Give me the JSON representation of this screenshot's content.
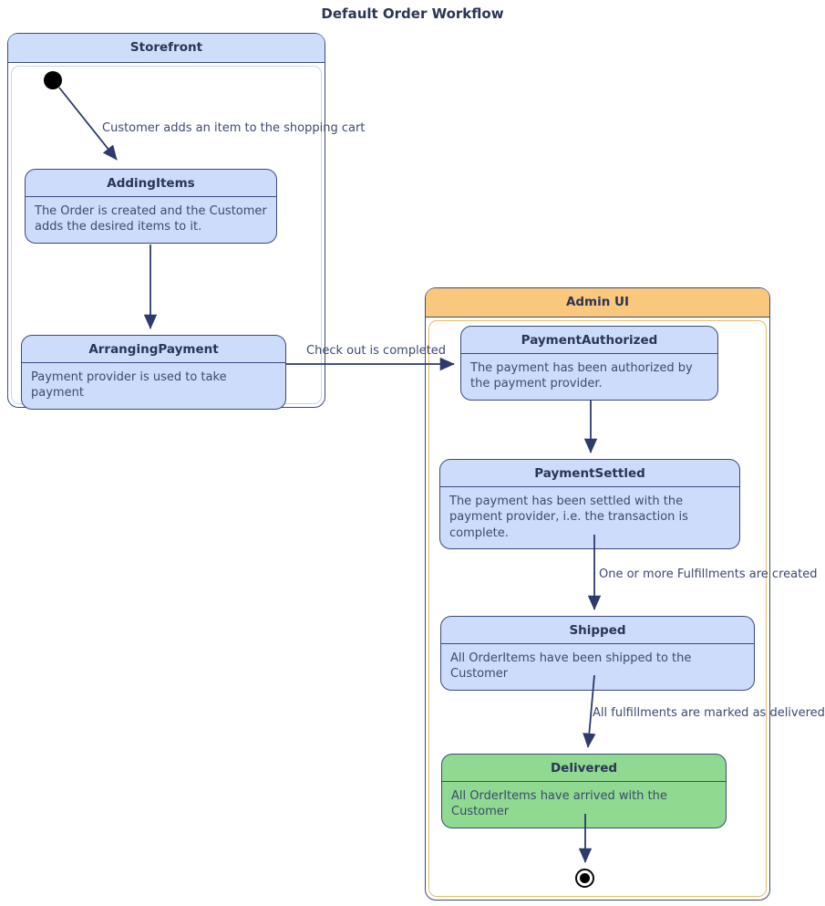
{
  "diagram": {
    "title": "Default Order Workflow",
    "type": "uml-state-diagram"
  },
  "containers": [
    {
      "name": "Storefront"
    },
    {
      "name": "Admin UI"
    }
  ],
  "states": [
    {
      "name": "AddingItems",
      "description": "The Order is created and the Customer adds the desired items to it."
    },
    {
      "name": "ArrangingPayment",
      "description": "Payment provider is used to take payment"
    },
    {
      "name": "PaymentAuthorized",
      "description": "The payment has been authorized by the payment provider."
    },
    {
      "name": "PaymentSettled",
      "description": "The payment has been settled with the payment provider, i.e. the transaction is complete."
    },
    {
      "name": "Shipped",
      "description": "All OrderItems have been shipped to the Customer"
    },
    {
      "name": "Delivered",
      "description": "All OrderItems have arrived with the Customer"
    }
  ],
  "transitions": [
    {
      "from": "initial",
      "to": "AddingItems",
      "label": "Customer adds an item to the shopping cart"
    },
    {
      "from": "AddingItems",
      "to": "ArrangingPayment",
      "label": ""
    },
    {
      "from": "ArrangingPayment",
      "to": "PaymentAuthorized",
      "label": "Check out is completed"
    },
    {
      "from": "PaymentAuthorized",
      "to": "PaymentSettled",
      "label": ""
    },
    {
      "from": "PaymentSettled",
      "to": "Shipped",
      "label": "One or more Fulfillments are created"
    },
    {
      "from": "Shipped",
      "to": "Delivered",
      "label": "All fulfillments are marked as delivered"
    },
    {
      "from": "Delivered",
      "to": "final",
      "label": ""
    }
  ],
  "colors": {
    "state_fill": "#ccdcfa",
    "state_border": "#3a4a80",
    "delivered_fill": "#8fd990",
    "storefront_header_fill": "#cddefb",
    "admin_header_fill": "#f9c87c",
    "admin_inner_border": "#f0ba62",
    "arrow": "#2c3a6e",
    "title_text": "#2b3555",
    "body_text": "#3e4a6e"
  }
}
